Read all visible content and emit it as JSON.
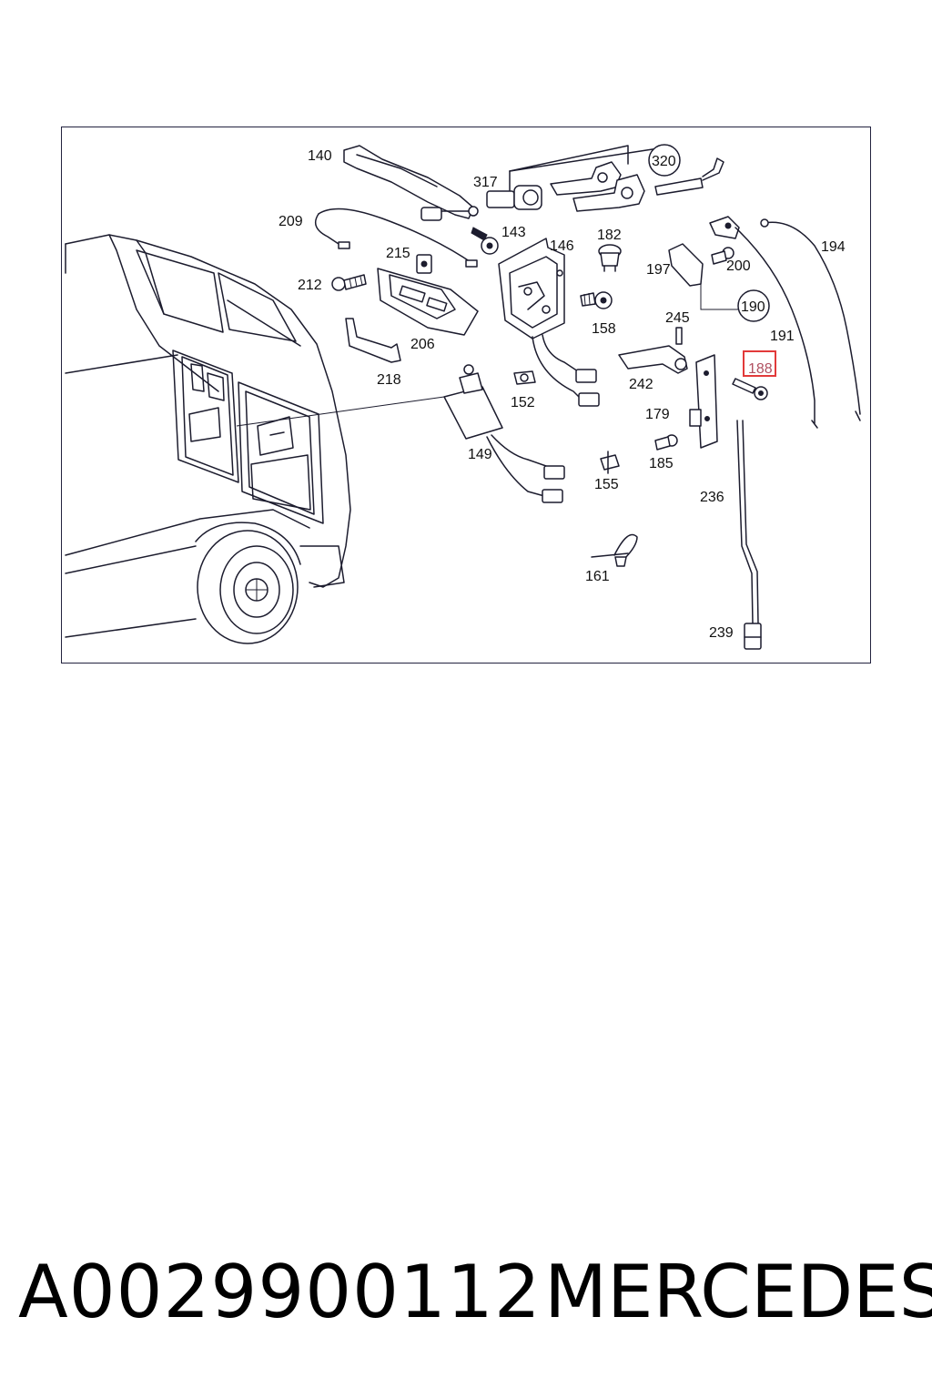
{
  "diagram": {
    "labels": {
      "p140": "140",
      "p317": "317",
      "p320": "320",
      "p209": "209",
      "p143": "143",
      "p182": "182",
      "p194": "194",
      "p215": "215",
      "p146": "146",
      "p212": "212",
      "p197": "197",
      "p200": "200",
      "p190": "190",
      "p245": "245",
      "p158": "158",
      "p206": "206",
      "p191": "191",
      "p218": "218",
      "p242": "242",
      "p188": "188",
      "p152": "152",
      "p179": "179",
      "p149": "149",
      "p185": "185",
      "p155": "155",
      "p236": "236",
      "p161": "161",
      "p239": "239"
    },
    "highlighted_label": "188",
    "colors": {
      "line": "#1c1c2e",
      "highlight": "#e23a3a",
      "frame": "#23233f"
    }
  },
  "caption": {
    "part_number": "A0029900112",
    "brand": "MERCEDES"
  }
}
